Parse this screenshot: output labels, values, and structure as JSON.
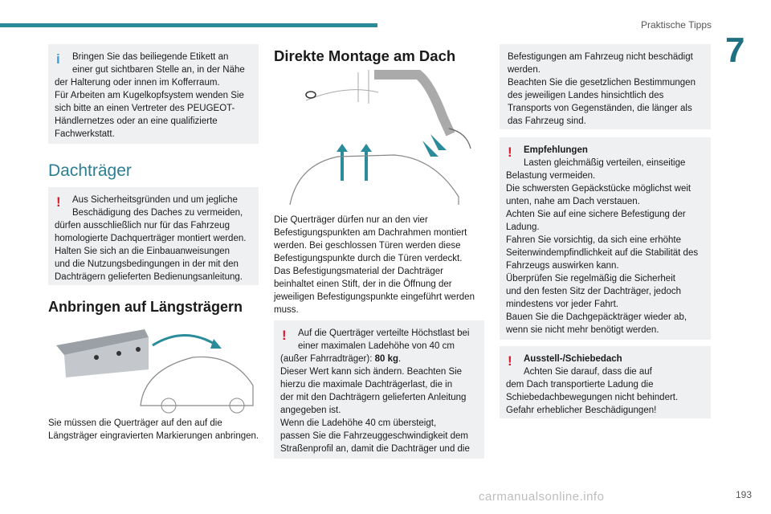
{
  "header": {
    "section_title": "Praktische Tipps",
    "chapter_number": "7"
  },
  "col1": {
    "info_box": {
      "icon": "info-icon",
      "line1": "Bringen Sie das beiliegende Etikett an",
      "lines": [
        "einer gut sichtbaren Stelle an, in der Nähe",
        "der Halterung oder innen im Kofferraum.",
        "Für Arbeiten am Kugelkopfsystem wenden Sie",
        "sich bitte an einen Vertreter des PEUGEOT-",
        "Händlernetzes oder an eine qualifizierte",
        "Fachwerkstatt."
      ]
    },
    "heading_dachtraeger": "Dachträger",
    "warn_box": {
      "icon": "warning-icon",
      "line1": "Aus Sicherheitsgründen und um jegliche",
      "lines": [
        "Beschädigung des Daches zu vermeiden,",
        "dürfen ausschließlich nur für das Fahrzeug",
        "homologierte Dachquerträger montiert werden.",
        "Halten Sie sich an die Einbauanweisungen",
        "und die Nutzungsbedingungen in der mit den",
        "Dachträgern gelieferten Bedienungsanleitung."
      ]
    },
    "heading_laengstraeger": "Anbringen auf Längsträgern",
    "caption": [
      "Sie müssen die Querträger auf den auf die",
      "Längsträger eingravierten Markierungen anbringen."
    ]
  },
  "col2": {
    "heading": "Direkte Montage am Dach",
    "paragraph": [
      "Die Querträger dürfen nur an den vier",
      "Befestigungspunkten am Dachrahmen montiert",
      "werden. Bei geschlossen Türen werden diese",
      "Befestigungspunkte durch die Türen verdeckt.",
      "Das Befestigungsmaterial der Dachträger",
      "beinhaltet einen Stift, der in die Öffnung der",
      "jeweiligen Befestigungspunkte eingeführt werden",
      "muss."
    ],
    "warn_box": {
      "icon": "warning-icon",
      "line1": "Auf die Querträger verteilte Höchstlast bei",
      "line2": "einer maximalen Ladehöhe von 40 cm",
      "line3_prefix": "(außer Fahrradträger): ",
      "line3_bold": "80 kg",
      "line3_suffix": ".",
      "lines": [
        "Dieser Wert kann sich ändern. Beachten Sie",
        "hierzu die maximale Dachträgerlast, die in",
        "der mit den Dachträgern gelieferten Anleitung",
        "angegeben ist.",
        "Wenn die Ladehöhe 40 cm übersteigt,",
        "passen Sie die Fahrzeuggeschwindigkeit dem",
        "Straßenprofil an, damit die Dachträger und die"
      ]
    }
  },
  "col3": {
    "cont_box": {
      "lines": [
        "Befestigungen am Fahrzeug nicht beschädigt",
        "werden.",
        "Beachten Sie die gesetzlichen Bestimmungen",
        "des jeweiligen Landes hinsichtlich des",
        "Transports von Gegenständen, die länger als",
        "das Fahrzeug sind."
      ]
    },
    "warn_box1": {
      "icon": "warning-icon",
      "title": "Empfehlungen",
      "line1": "Lasten gleichmäßig verteilen, einseitige",
      "lines": [
        "Belastung vermeiden.",
        "Die schwersten Gepäckstücke möglichst weit",
        "unten, nahe am Dach verstauen.",
        "Achten Sie auf eine sichere Befestigung der",
        "Ladung.",
        "Fahren Sie vorsichtig, da sich eine erhöhte",
        "Seitenwindempfindlichkeit auf die Stabilität des",
        "Fahrzeugs auswirken kann.",
        "Überprüfen Sie regelmäßig die Sicherheit",
        "und den festen Sitz der Dachträger, jedoch",
        "mindestens vor jeder Fahrt.",
        "Bauen Sie die Dachgepäckträger wieder ab,",
        "wenn sie nicht mehr benötigt werden."
      ]
    },
    "warn_box2": {
      "icon": "warning-icon",
      "title": "Ausstell-/Schiebedach",
      "line1": "Achten Sie darauf, dass die auf",
      "lines": [
        "dem Dach transportierte Ladung die",
        "Schiebedachbewegungen nicht behindert.",
        "Gefahr erheblicher Beschädigungen!"
      ]
    }
  },
  "footer": {
    "page_number": "193",
    "watermark": "carmanualsonline.info"
  },
  "colors": {
    "accent": "#2a8c9a",
    "heading": "#2a7f94",
    "box_bg": "#eef0f2",
    "warning": "#e0182d",
    "info": "#3a9fd6"
  }
}
